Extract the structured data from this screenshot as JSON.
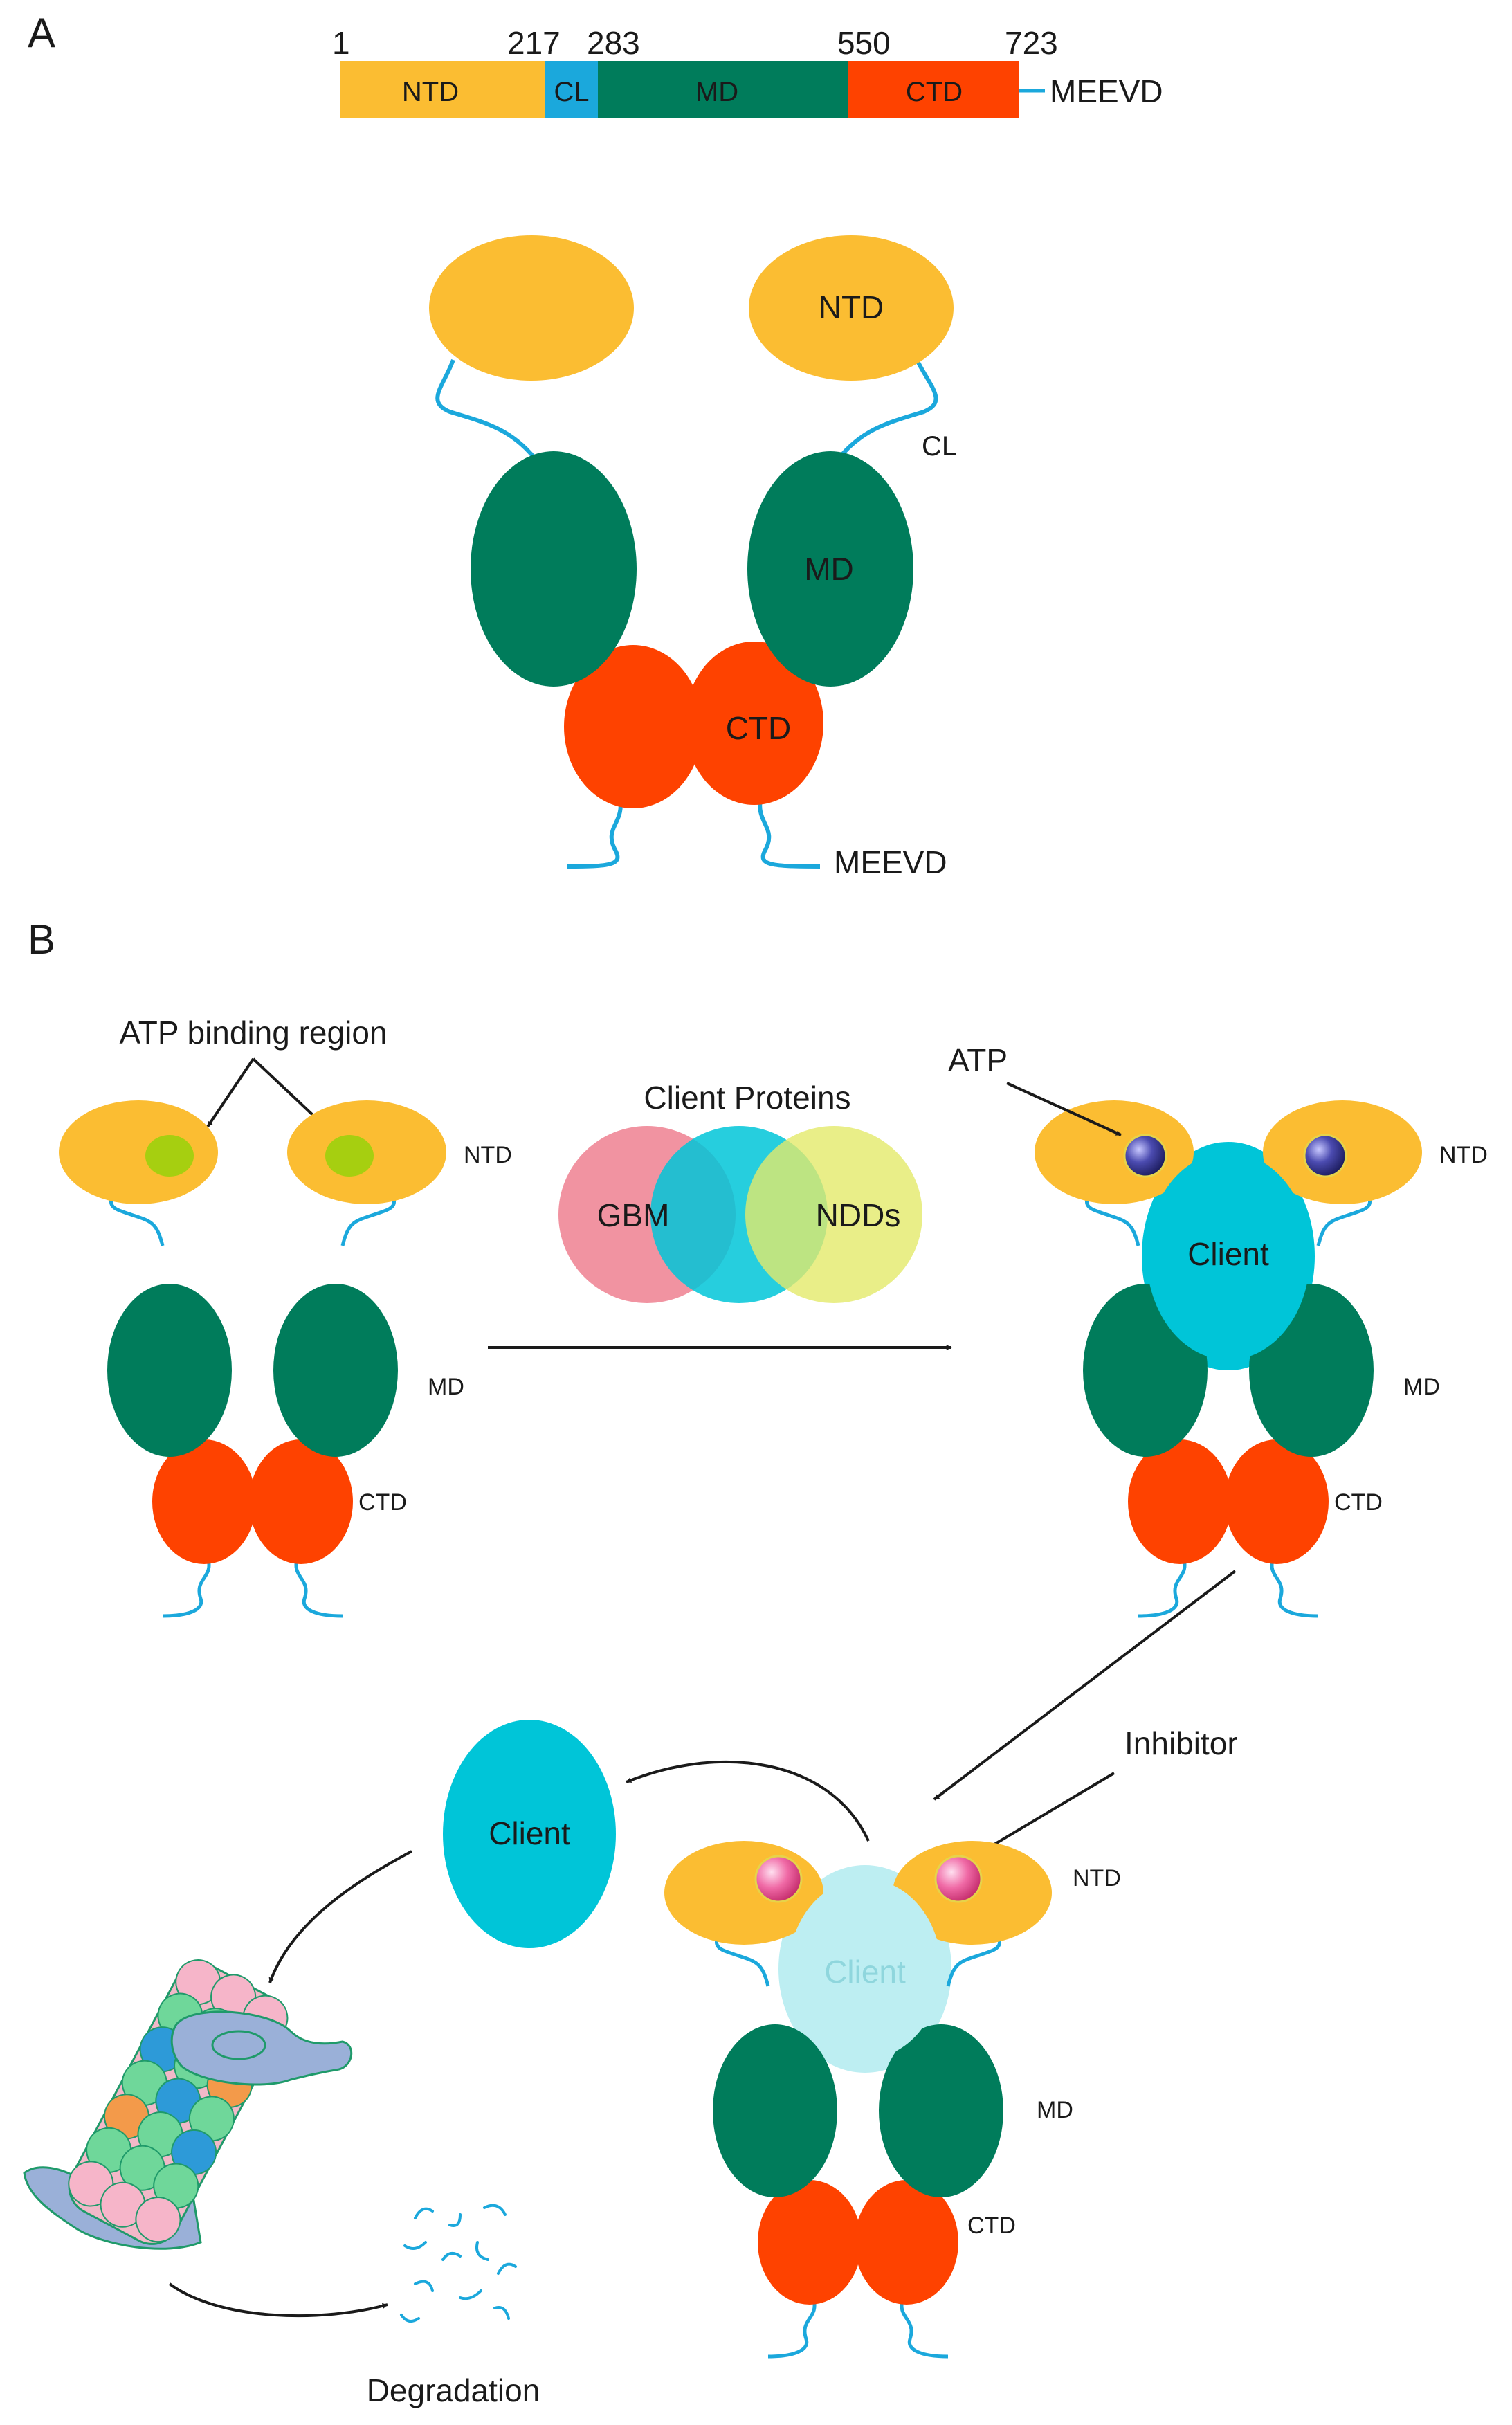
{
  "panels": {
    "a": "A",
    "b": "B"
  },
  "domain_bar": {
    "positions": [
      "1",
      "217",
      "283",
      "550",
      "723"
    ],
    "segments": [
      "NTD",
      "CL",
      "MD",
      "CTD"
    ],
    "tail": "MEEVD"
  },
  "panel_a": {
    "ntd": "NTD",
    "cl": "CL",
    "md": "MD",
    "ctd": "CTD",
    "meevd": "MEEVD"
  },
  "panel_b": {
    "atp_binding_region": "ATP binding region",
    "client_proteins": "Client Proteins",
    "gbm": "GBM",
    "ndds": "NDDs",
    "atp": "ATP",
    "client": "Client",
    "inhibitor": "Inhibitor",
    "degradation": "Degradation",
    "ntd": "NTD",
    "md": "MD",
    "ctd": "CTD"
  },
  "colors": {
    "ntd": "#fbbd32",
    "cl": "#1ba8dc",
    "md": "#007c5b",
    "ctd": "#fe4200",
    "linker": "#1ba8dc",
    "client": "#00c5d8",
    "client_faded": "#bdeef2",
    "atp_site": "#a6cf10",
    "atp": "#2c2b80",
    "inhibitor": "#ea4c8a",
    "gbm": "#ef8090",
    "ndds": "#e3ea6a"
  }
}
